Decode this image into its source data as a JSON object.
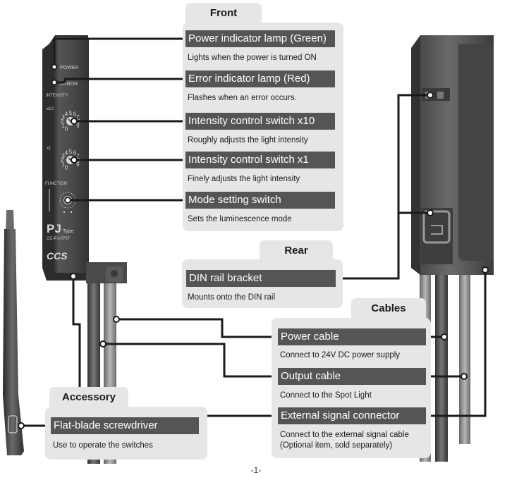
{
  "sections": {
    "front": "Front",
    "rear": "Rear",
    "cables": "Cables",
    "accessory": "Accessory"
  },
  "items": {
    "power_lamp": {
      "label": "Power indicator lamp (Green)",
      "desc": "Lights when the power is turned ON"
    },
    "error_lamp": {
      "label": "Error indicator lamp (Red)",
      "desc": "Flashes when an error occurs."
    },
    "intensity_x10": {
      "label": "Intensity control switch x10",
      "desc": "Roughly adjusts the light intensity"
    },
    "intensity_x1": {
      "label": "Intensity control switch x1",
      "desc": "Finely adjusts the light intensity"
    },
    "mode_switch": {
      "label": "Mode setting switch",
      "desc": "Sets the luminescence mode"
    },
    "din_bracket": {
      "label": "DIN rail bracket",
      "desc": "Mounts onto the DIN rail"
    },
    "power_cable": {
      "label": "Power cable",
      "desc": "Connect to 24V DC power supply"
    },
    "output_cable": {
      "label": "Output cable",
      "desc": "Connect to the Spot Light"
    },
    "ext_connector": {
      "label": "External signal connector",
      "desc1": "Connect to the external signal cable",
      "desc2": "(Optional item, sold separately)"
    },
    "screwdriver": {
      "label": "Flat-blade screwdriver",
      "desc": "Use to operate the switches"
    }
  },
  "device_text": {
    "power": "POWER",
    "error": "ERROR",
    "intensity": "INTENSITY",
    "x10": "x10",
    "x1": "x1",
    "function": "FUNCTION",
    "model": "PJ",
    "type": "Type",
    "part": "CC-PJ-0707",
    "brand": "CCS",
    "dial_digits": [
      "0",
      "1",
      "2",
      "3",
      "4",
      "5",
      "6",
      "7",
      "8",
      "9"
    ]
  },
  "page": {
    "number": "-1-"
  },
  "colors": {
    "panel": "#e6e6e6",
    "label_bar": "#555555",
    "device_dark": "#3a3a3a",
    "device_mid": "#5a5a5a"
  }
}
